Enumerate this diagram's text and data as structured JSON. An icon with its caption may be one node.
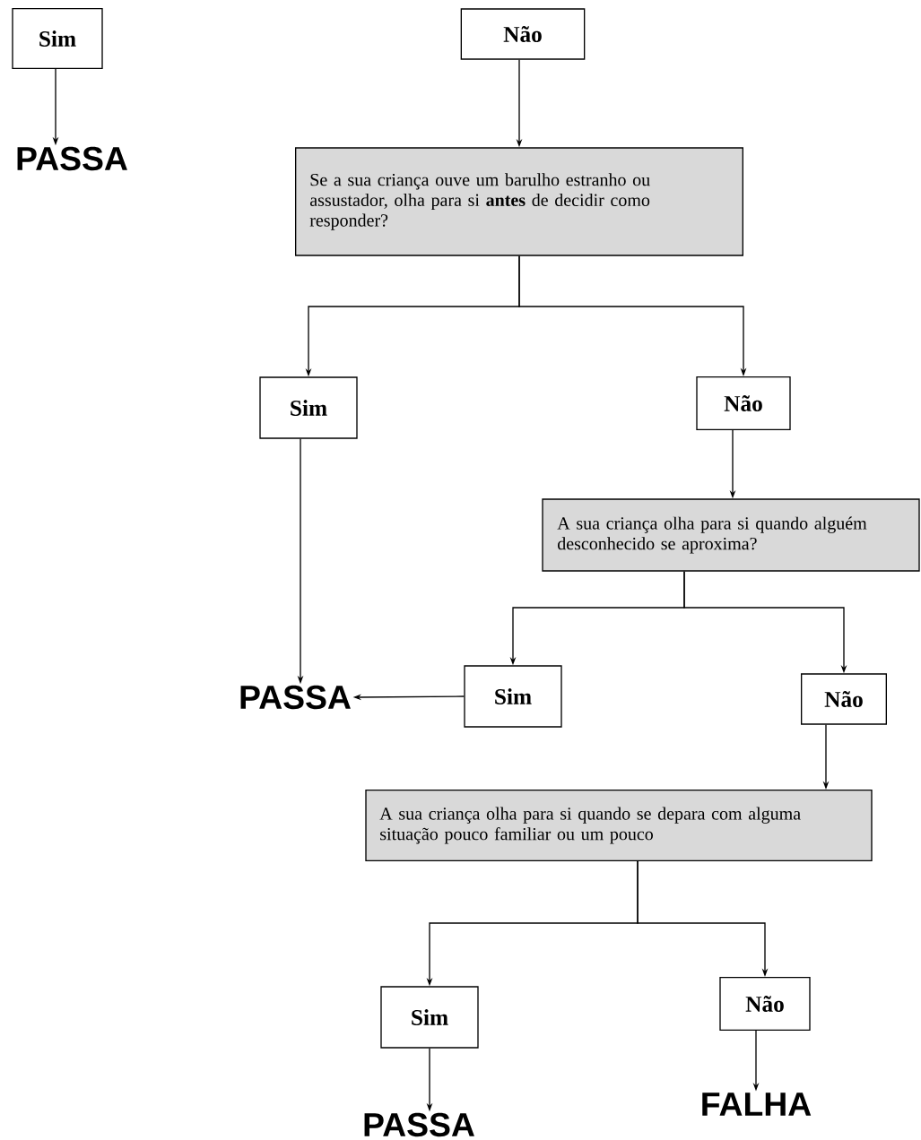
{
  "diagram": {
    "nodes": [
      {
        "text": [
          "Sim"
        ]
      },
      {
        "text": [
          "PASSA"
        ]
      },
      {
        "text": [
          "Não"
        ]
      },
      {
        "text": [
          "Se a sua criança ouve um barulho estranho ou assustador, olha para si **antes** de decidir como responder?"
        ]
      },
      {
        "text": [
          "Sim"
        ]
      },
      {
        "text": [
          "Não"
        ]
      },
      {
        "text": [
          "A sua criança olha para si quando alguém desconhecido se aproxima?"
        ]
      },
      {
        "text": [
          "PASSA"
        ]
      },
      {
        "text": [
          "Sim"
        ]
      },
      {
        "text": [
          "Não"
        ]
      },
      {
        "text": [
          "A sua criança olha para si quando se depara com alguma situação pouco familiar ou um pouco"
        ]
      },
      {
        "text": [
          "Sim"
        ]
      },
      {
        "text": [
          "Não"
        ]
      },
      {
        "text": [
          "PASSA"
        ]
      },
      {
        "text": [
          "FALHA"
        ]
      }
    ],
    "edges": [
      {
        "from": 0,
        "to": 1,
        "arrow": "to"
      },
      {
        "from": 2,
        "to": 3,
        "arrow": "to"
      },
      {
        "from": 3,
        "to": 4,
        "arrow": "to"
      },
      {
        "from": 3,
        "to": 5,
        "arrow": "to"
      },
      {
        "from": 4,
        "to": 7,
        "arrow": "to"
      },
      {
        "from": 5,
        "to": 6,
        "arrow": "to"
      },
      {
        "from": 6,
        "to": 8,
        "arrow": "to"
      },
      {
        "from": 6,
        "to": 9,
        "arrow": "to"
      },
      {
        "from": 8,
        "to": 7,
        "arrow": "to"
      },
      {
        "from": 9,
        "to": 10,
        "arrow": "to"
      },
      {
        "from": 10,
        "to": 11,
        "arrow": "to"
      },
      {
        "from": 10,
        "to": 12,
        "arrow": "to"
      },
      {
        "from": 11,
        "to": 13,
        "arrow": "to"
      },
      {
        "from": 12,
        "to": 14,
        "arrow": "to"
      }
    ]
  }
}
